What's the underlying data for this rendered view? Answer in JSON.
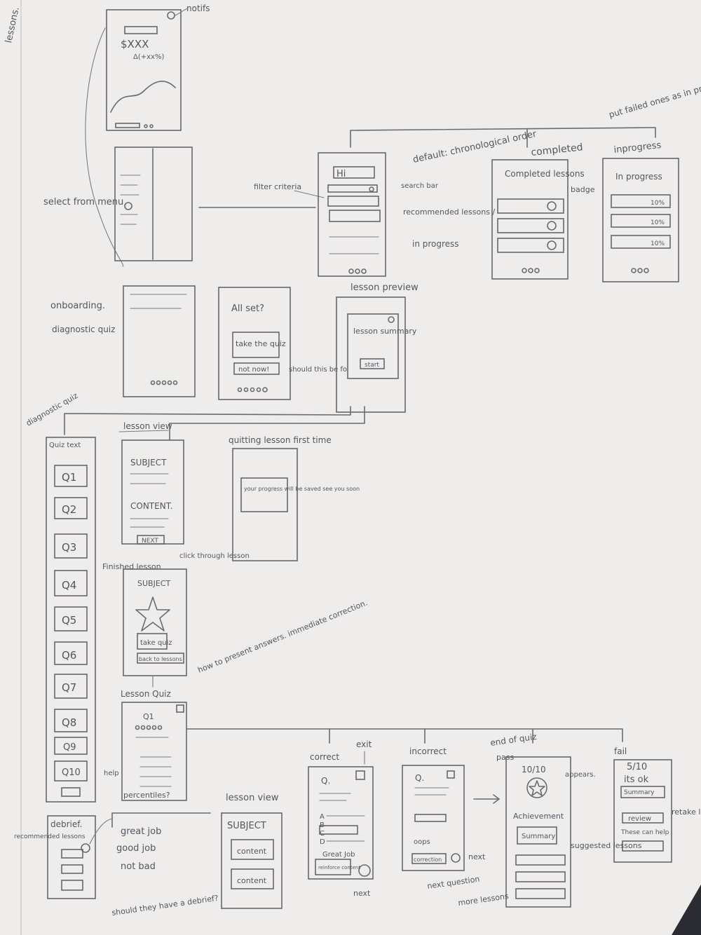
{
  "colors": {
    "paper": "#f2f0ee",
    "ink": "#5c5c66",
    "background": "#2a2b33"
  },
  "labels": {
    "lessons": "lessons.",
    "notifs": "notifs",
    "price": "$XXX",
    "delta": "Δ(+xx%)",
    "select_from_menu": "select from menu",
    "filter_criteria": "filter criteria",
    "hi": "Hi",
    "default_chrono": "default: chronological order",
    "search_bar": "search bar",
    "recommended_lessons": "recommended lessons /",
    "in_progress_note": "in progress",
    "completed": "completed",
    "completed_lessons": "Completed lessons",
    "badge": "badge",
    "put_failed": "put failed ones as in progress",
    "in_progress_header": "inprogress",
    "in_progress_screen": "In progress",
    "pct": "10%",
    "onboarding": "onboarding.",
    "diagnostic_quiz": "diagnostic quiz",
    "all_set": "All set?",
    "take_the_quiz": "take the quiz",
    "not_now": "not now!",
    "should_this_be_forced": "should this be forced?",
    "lesson_preview": "lesson preview",
    "lesson_summary": "lesson summary",
    "start": "start",
    "diagnostic_quiz_side": "diagnostic quiz",
    "quiz_text": "Quiz text",
    "questions": [
      "Q1",
      "Q2",
      "Q3",
      "Q4",
      "Q5",
      "Q6",
      "Q7",
      "Q8",
      "Q9",
      "Q10"
    ],
    "lesson_view": "lesson view",
    "subject": "SUBJECT",
    "content": "CONTENT.",
    "next": "NEXT",
    "click_through_lesson": "click through lesson",
    "quitting_lesson": "quitting lesson first time",
    "progress_saved": "your progress will be saved see you soon",
    "finished_lesson": "Finished lesson",
    "take_quiz": "take quiz",
    "back_to_lessons": "back to lessons",
    "how_to_present": "how to present answers. immediate correction.",
    "lesson_quiz": "Lesson Quiz",
    "q1": "Q1",
    "help": "help",
    "percentiles": "percentiles?",
    "recommended_lessons_side": "recommended lessons",
    "debrief": "debrief.",
    "great_job": "great job",
    "good_job": "good job",
    "not_bad": "not bad",
    "should_they_debrief": "should they have a debrief?",
    "lesson_view_2": "lesson view",
    "content_box": "content",
    "correct": "correct",
    "exit": "exit",
    "incorrect": "incorrect",
    "q": "Q.",
    "answers": [
      "A",
      "B",
      "C",
      "D"
    ],
    "great_job_cap": "Great Job",
    "reinforce_content": "reinforce content",
    "next_arrow": "next",
    "oops": "oops",
    "correction": "correction",
    "next_question": "next question",
    "more_lessons": "more lessons",
    "end_of_quiz": "end of quiz",
    "pass": "pass",
    "fail": "fail",
    "score_pass": "10/10",
    "appears": "appears.",
    "achievement": "Achievement",
    "summary": "Summary",
    "score_fail": "5/10",
    "its_ok": "its ok",
    "review": "review",
    "these_can_help": "These can help",
    "retake_lesson": "retake lesson",
    "suggested_lessons": "suggested lessons"
  }
}
